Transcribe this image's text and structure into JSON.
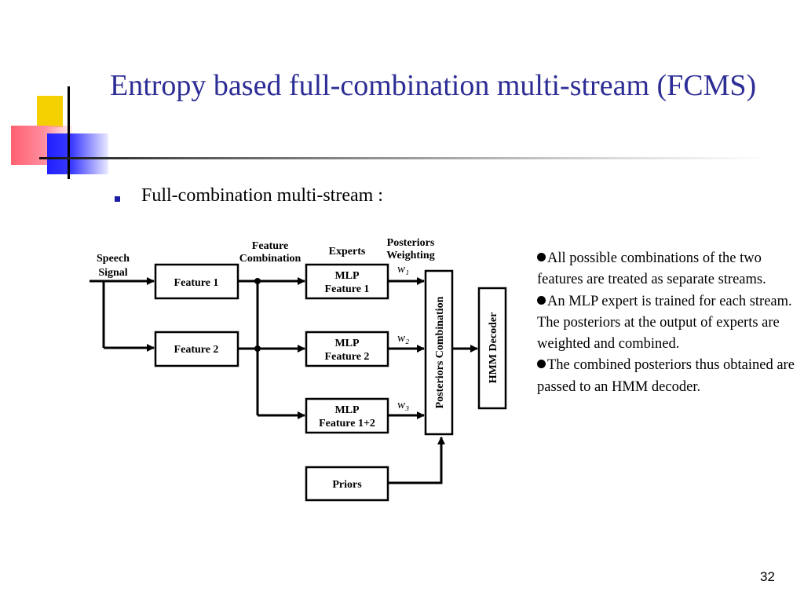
{
  "slide": {
    "title": "Entropy based full-combination multi-stream (FCMS)",
    "bullet": "Full-combination multi-stream :",
    "page_number": "32"
  },
  "diagram": {
    "input_label_line1": "Speech",
    "input_label_line2": "Signal",
    "header_feature_line1": "Feature",
    "header_feature_line2": "Combination",
    "header_experts": "Experts",
    "header_posteriors_line1": "Posteriors",
    "header_posteriors_line2": "Weighting",
    "feature1": "Feature 1",
    "feature2": "Feature 2",
    "mlp1_line1": "MLP",
    "mlp1_line2": "Feature 1",
    "mlp2_line1": "MLP",
    "mlp2_line2": "Feature 2",
    "mlp3_line1": "MLP",
    "mlp3_line2": "Feature 1+2",
    "w1": "w₁",
    "w2": "w₂",
    "w3": "w₃",
    "posteriors_combination": "Posteriors Combination",
    "hmm_decoder": "HMM Decoder",
    "priors": "Priors"
  },
  "notes": [
    "All possible combinations of the two features are treated as separate streams.",
    "An MLP expert is trained for each stream. The posteriors at the output of experts are weighted and combined.",
    "The combined posteriors thus obtained are  passed to an HMM decoder."
  ]
}
